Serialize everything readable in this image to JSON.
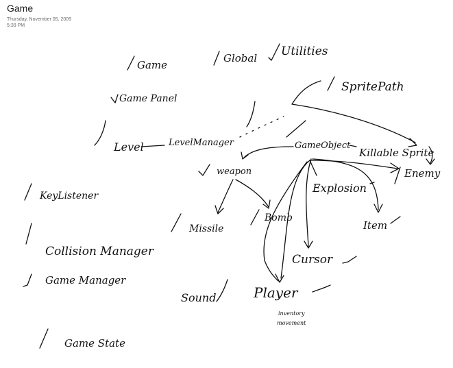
{
  "page": {
    "title": "Game",
    "date": "Thursday, November 05, 2009",
    "time": "5:39 PM"
  },
  "notes": {
    "game": "Game",
    "global": "Global",
    "utilities": "Utilities",
    "sprite_path": "SpritePath",
    "game_panel": "Game Panel",
    "level": "Level",
    "level_manager": "LevelManager",
    "game_object": "GameObject",
    "killable_sprite": "Killable Sprite",
    "enemy": "Enemy",
    "weapon": "weapon",
    "explosion": "Explosion",
    "key_listener": "KeyListener",
    "missile": "Missile",
    "bomb": "Bomb",
    "item": "Item",
    "collision_manager": "Collision Manager",
    "cursor": "Cursor",
    "game_manager": "Game Manager",
    "sound": "Sound",
    "player": "Player",
    "inventory": "inventory",
    "movement": "movement",
    "game_state": "Game State"
  }
}
